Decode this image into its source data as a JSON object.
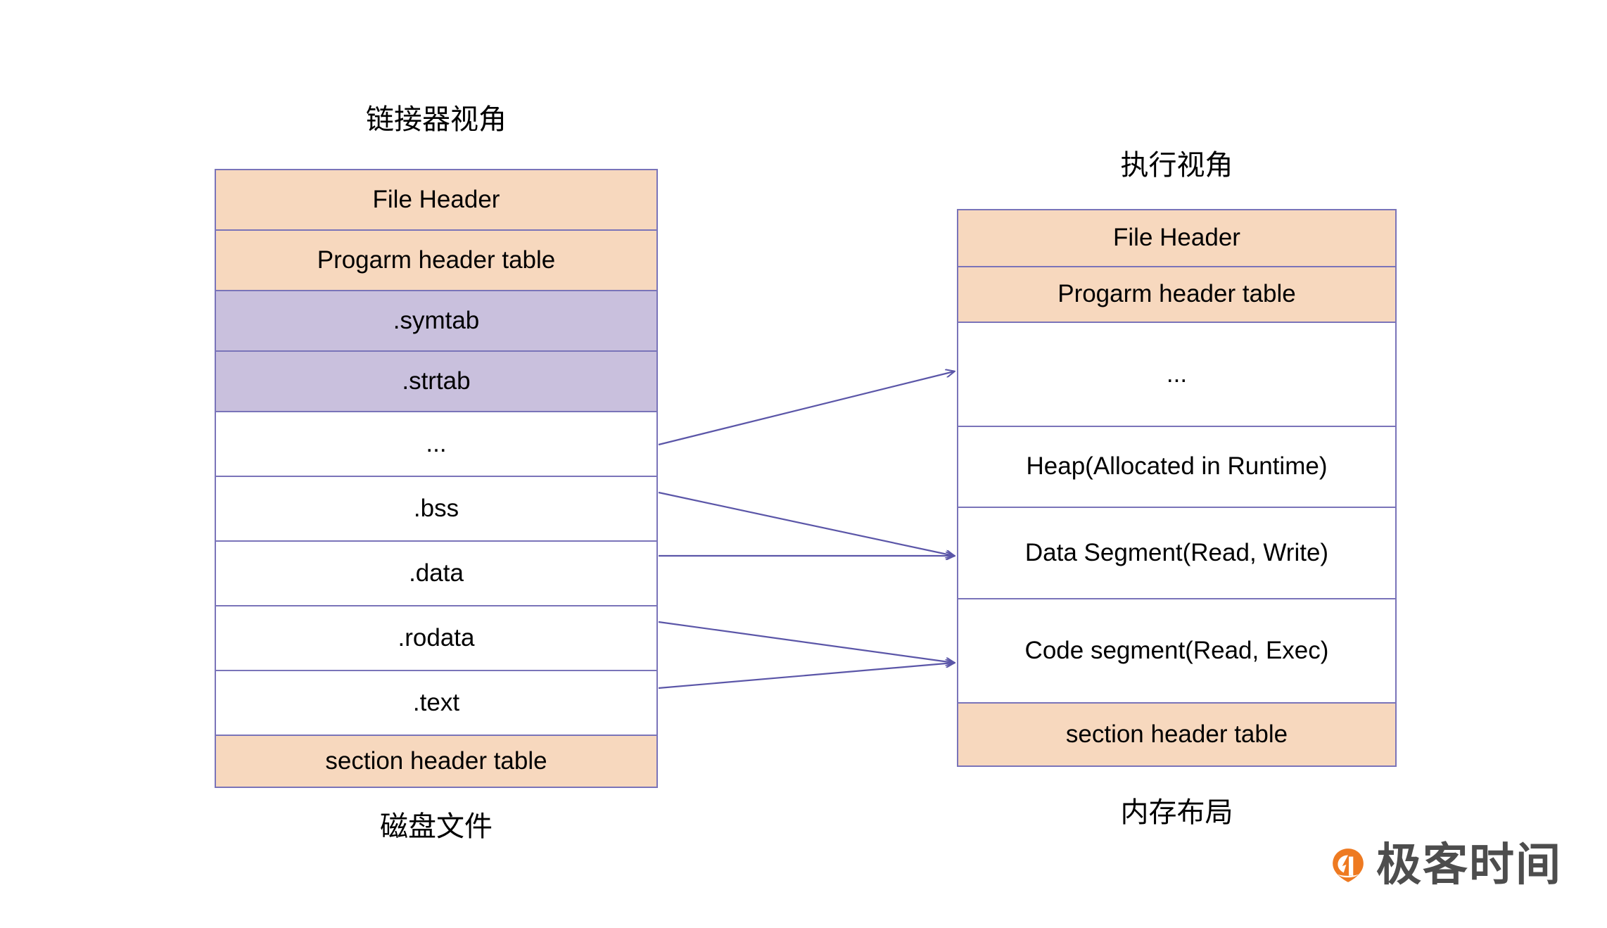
{
  "diagram": {
    "title_left": "链接器视角",
    "title_right": "执行视角",
    "caption_left": "磁盘文件",
    "caption_right": "内存布局",
    "colors": {
      "border": "#7A74B9",
      "orange_fill": "#F7D8BE",
      "purple_fill": "#C9C0DD",
      "white_fill": "#FFFFFF",
      "arrow": "#5B56A8",
      "logo_orange": "#EE7A21",
      "logo_text": "#4D4D4D"
    },
    "linker_view": {
      "label": "链接器视角",
      "rows": [
        {
          "text": "File Header",
          "fill": "orange"
        },
        {
          "text": "Progarm header table",
          "fill": "orange"
        },
        {
          "text": ".symtab",
          "fill": "purple"
        },
        {
          "text": ".strtab",
          "fill": "purple"
        },
        {
          "text": "...",
          "fill": "white"
        },
        {
          "text": ".bss",
          "fill": "white"
        },
        {
          "text": ".data",
          "fill": "white"
        },
        {
          "text": ".rodata",
          "fill": "white"
        },
        {
          "text": ".text",
          "fill": "white"
        },
        {
          "text": "section header table",
          "fill": "orange"
        }
      ]
    },
    "exec_view": {
      "label": "执行视角",
      "rows": [
        {
          "text": "File Header",
          "fill": "orange"
        },
        {
          "text": "Progarm header table",
          "fill": "orange"
        },
        {
          "text": "...",
          "fill": "white"
        },
        {
          "text": "Heap(Allocated in Runtime)",
          "fill": "white"
        },
        {
          "text": "Data Segment(Read, Write)",
          "fill": "white"
        },
        {
          "text": "Code segment(Read, Exec)",
          "fill": "white"
        },
        {
          "text": "section header table",
          "fill": "orange"
        }
      ]
    },
    "mappings": [
      {
        "from": "...",
        "to": "..."
      },
      {
        "from": ".bss",
        "to": "Data Segment(Read, Write)"
      },
      {
        "from": ".data",
        "to": "Data Segment(Read, Write)"
      },
      {
        "from": ".rodata",
        "to": "Code segment(Read, Exec)"
      },
      {
        "from": ".text",
        "to": "Code segment(Read, Exec)"
      }
    ]
  },
  "branding": {
    "logo_icon": "geektime-pin-icon",
    "logo_text": "极客时间"
  }
}
